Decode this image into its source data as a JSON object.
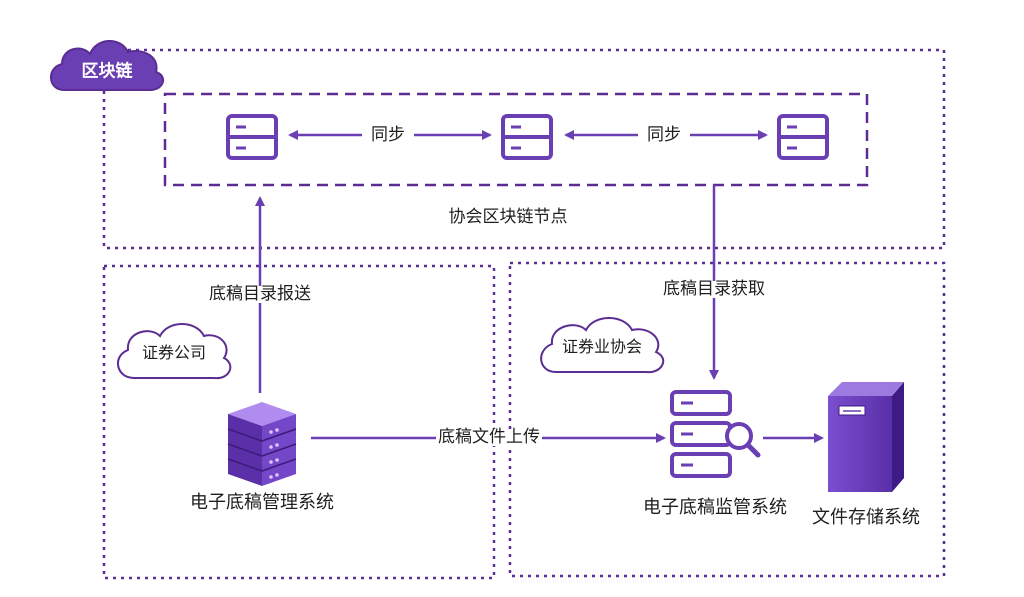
{
  "blockchain": {
    "cloud_label": "区块链",
    "sync_labels": [
      "同步",
      "同步"
    ],
    "nodes_label": "协会区块链节点"
  },
  "arrows": {
    "report": "底稿目录报送",
    "fetch": "底稿目录获取",
    "upload": "底稿文件上传"
  },
  "securities_company": {
    "cloud_label": "证券公司",
    "system": "电子底稿管理系统"
  },
  "association": {
    "cloud_label": "证券业协会",
    "monitor_system": "电子底稿监管系统",
    "storage_system": "文件存储系统"
  },
  "colors": {
    "accent": "#6a3fb3",
    "border": "#5b2c91",
    "cloud_fill": "#6a3fb3"
  },
  "icons": [
    "cloud-icon",
    "server-icon",
    "server-stack-icon",
    "server-search-icon",
    "storage-tower-icon"
  ]
}
